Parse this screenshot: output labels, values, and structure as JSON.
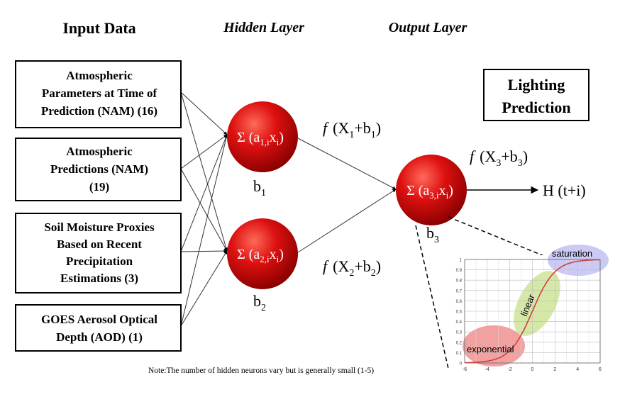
{
  "headers": {
    "input": "Input Data",
    "hidden": "Hidden Layer",
    "output": "Output Layer"
  },
  "inputs": [
    {
      "lines": [
        "Atmospheric",
        "Parameters at Time of",
        "Prediction (NAM) (16)"
      ]
    },
    {
      "lines": [
        "Atmospheric",
        "Predictions (NAM)",
        "(19)"
      ]
    },
    {
      "lines": [
        "Soil Moisture Proxies",
        "Based on Recent",
        "Precipitation",
        "Estimations (3)"
      ]
    },
    {
      "lines": [
        "GOES Aerosol Optical",
        "Depth (AOD) (1)"
      ]
    }
  ],
  "result_box": {
    "lines": [
      "Lighting",
      "Prediction"
    ]
  },
  "hidden_nodes": [
    {
      "sum_prefix": "Σ (a",
      "sub": "1,i",
      "var": "x",
      "var_sub": "i",
      "close": ")",
      "bias": "b",
      "bias_sub": "1",
      "func": "f",
      "func_arg": "(X",
      "func_sub": "1",
      "func_plus": "+b",
      "func_bsub": "1",
      "func_close": ")"
    },
    {
      "sum_prefix": "Σ (a",
      "sub": "2,i",
      "var": "x",
      "var_sub": "i",
      "close": ")",
      "bias": "b",
      "bias_sub": "2",
      "func": "f",
      "func_arg": "(X",
      "func_sub": "2",
      "func_plus": "+b",
      "func_bsub": "2",
      "func_close": ")"
    }
  ],
  "output_node": {
    "sum_prefix": "Σ (a",
    "sub": "3,i",
    "var": "x",
    "var_sub": "i",
    "close": ")",
    "bias": "b",
    "bias_sub": "3",
    "func": "f",
    "func_arg": "(X",
    "func_sub": "3",
    "func_plus": "+b",
    "func_bsub": "3",
    "func_close": ")"
  },
  "output_label": "H (t+i)",
  "note": "Note:The number of hidden neurons vary but is generally small (1-5)",
  "node_color": "#cc0000",
  "chart_data": {
    "type": "line",
    "x_ticks": [
      "-6",
      "-4",
      "-2",
      "0",
      "2",
      "4",
      "6"
    ],
    "y_ticks": [
      "0",
      "0.1",
      "0.2",
      "0.3",
      "0.4",
      "0.5",
      "0.6",
      "0.7",
      "0.8",
      "0.9",
      "1"
    ],
    "xlim": [
      -6,
      6
    ],
    "ylim": [
      0,
      1
    ],
    "grid": true,
    "series": [
      {
        "function": "logistic",
        "color": "#d04040"
      }
    ],
    "regions": [
      {
        "label": "exponential",
        "color": "#f08080"
      },
      {
        "label": "linear",
        "color": "#c8e08a"
      },
      {
        "label": "saturation",
        "color": "#b8b8f0"
      }
    ]
  }
}
